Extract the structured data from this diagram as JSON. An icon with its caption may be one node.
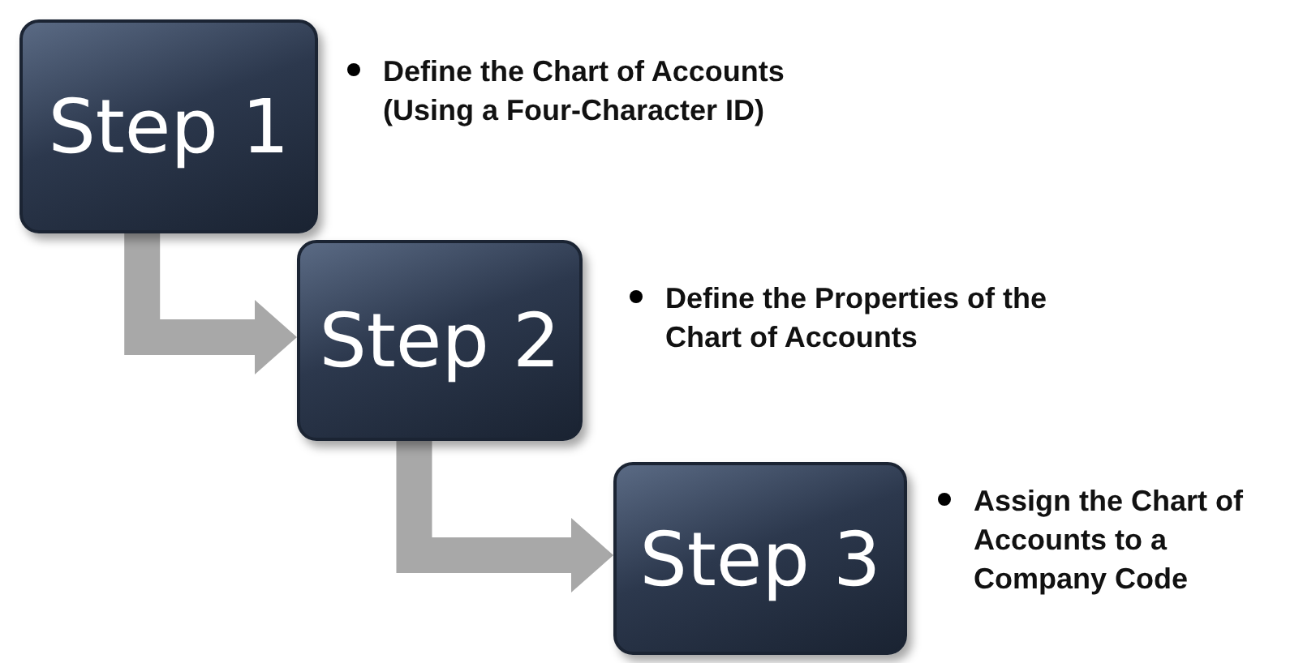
{
  "diagram": {
    "nodes": [
      {
        "text": [
          "Step 1"
        ],
        "beside": [
          "Define the Chart of Accounts (Using a Four-Character ID)"
        ]
      },
      {
        "text": [
          "Step 2"
        ],
        "beside": [
          "Define the Properties of the Chart of Accounts"
        ]
      },
      {
        "text": [
          "Step 3"
        ],
        "beside": [
          "Assign the Chart of Accounts to a Company Code"
        ]
      }
    ],
    "edges": [
      {
        "from": 0,
        "to": 1,
        "arrow": "to"
      },
      {
        "from": 1,
        "to": 2,
        "arrow": "to"
      }
    ]
  }
}
